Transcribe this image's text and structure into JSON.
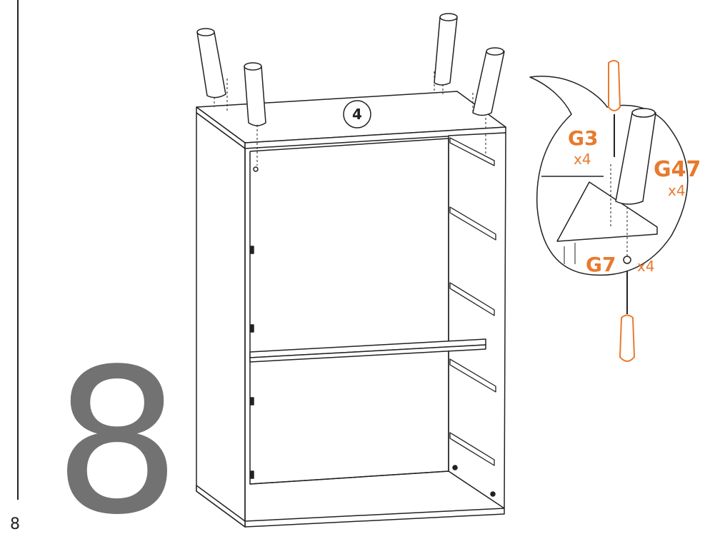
{
  "page": {
    "number": "8"
  },
  "step": {
    "number": "8"
  },
  "panel": {
    "label": "4"
  },
  "callout": {
    "g3": {
      "label": "G3",
      "qty": "x4"
    },
    "g47": {
      "label": "G47",
      "qty": "x4"
    },
    "g7": {
      "label": "G7",
      "qty": "x4"
    }
  },
  "colors": {
    "accent": "#e87a2d",
    "line": "#222222",
    "step_gray": "#727272"
  }
}
